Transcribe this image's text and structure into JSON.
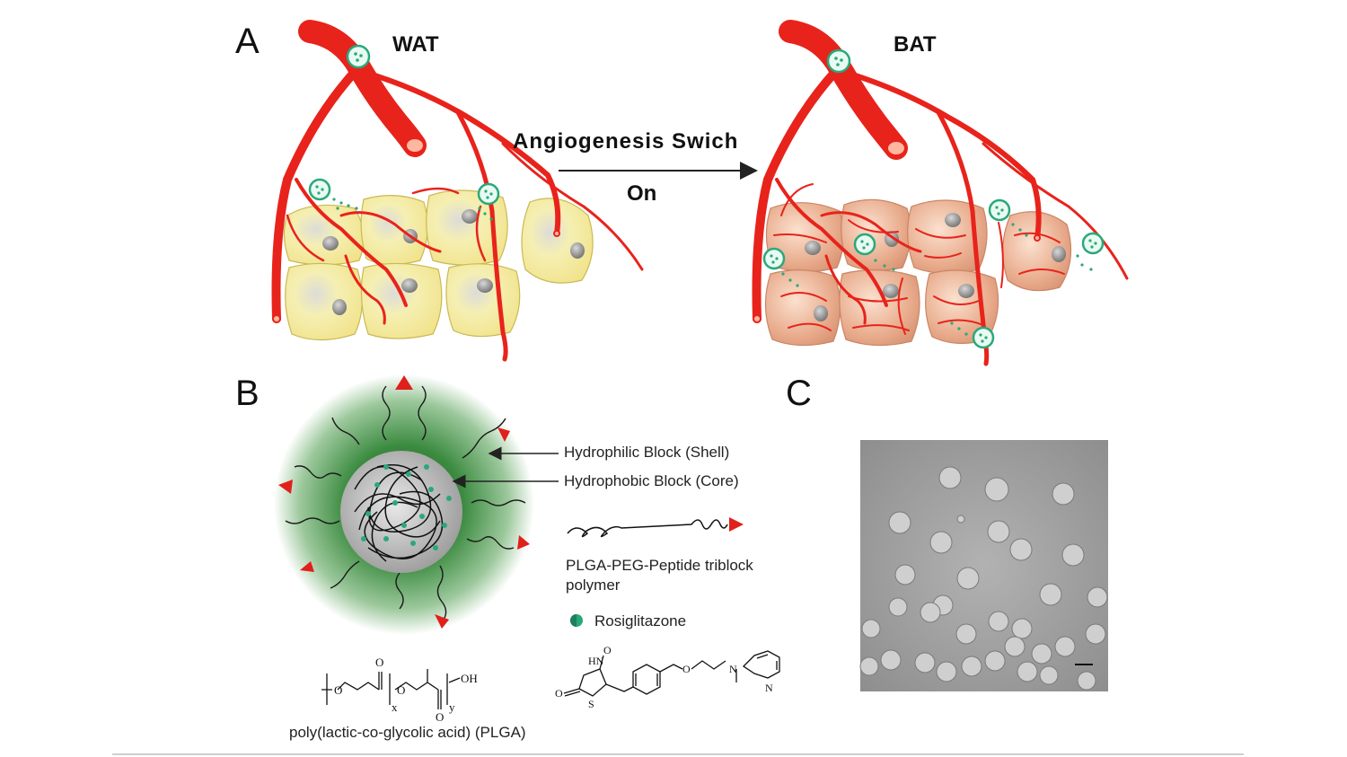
{
  "panels": {
    "a": "A",
    "b": "B",
    "c": "C"
  },
  "tissue": {
    "left": "WAT",
    "right": "BAT"
  },
  "transition": {
    "top": "Angiogenesis Swich",
    "bottom": "On"
  },
  "legend": {
    "shell": "Hydrophilic Block (Shell)",
    "core": "Hydrophobic Block (Core)",
    "polymer_line1": "PLGA-PEG-Peptide triblock",
    "polymer_line2": "polymer",
    "drug": "Rosiglitazone"
  },
  "chem": {
    "plga_caption": "poly(lactic-co-glycolic acid) (PLGA)",
    "oh": "OH",
    "x": "x",
    "y": "y",
    "hn": "HN",
    "n": "N",
    "s": "S",
    "o": "O"
  },
  "colors": {
    "vessel": "#e8231b",
    "wat_cell": "#f7ee9f",
    "bat_cell": "#e6a88a",
    "nucleus": "#8a8a8a",
    "nanoparticle": "#2aa87a",
    "peptide": "#e0201b",
    "shell": "#2e7d32",
    "tem_bg": "#a8a8a8"
  }
}
